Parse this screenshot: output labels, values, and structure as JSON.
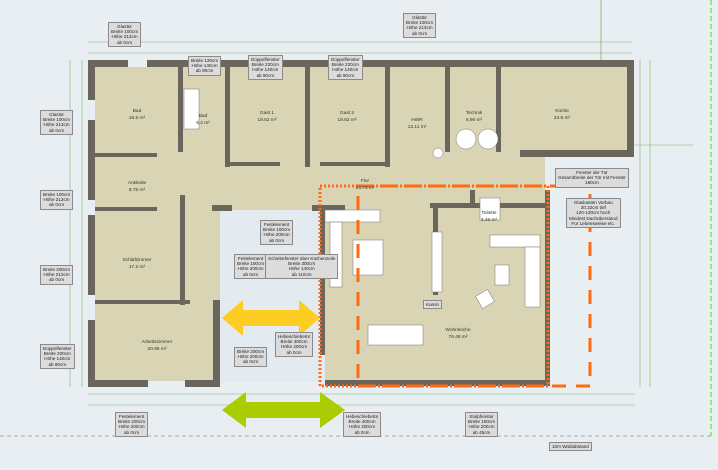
{
  "rooms": [
    {
      "name": "Bad",
      "area": "16.5 m²"
    },
    {
      "name": "Bad",
      "area": "6.2 m²"
    },
    {
      "name": "Gast 1",
      "area": "18.62 m²"
    },
    {
      "name": "Gast 2",
      "area": "18.62 m²"
    },
    {
      "name": "HWR",
      "area": "13.11 m²"
    },
    {
      "name": "Technik",
      "area": "6.96 m²"
    },
    {
      "name": "Küche",
      "area": "24.6 m²"
    },
    {
      "name": "Ankleide",
      "area": "9.75 m²"
    },
    {
      "name": "Schlafzimmer",
      "area": "17.2 m²"
    },
    {
      "name": "Arbeitszimmer",
      "area": "20.95 m²"
    },
    {
      "name": "Wohnküche",
      "area": "76.48 m²"
    },
    {
      "name": "Toilette",
      "area": "3.46 m²"
    },
    {
      "name": "Flur",
      "area": "14.73 m²"
    }
  ],
  "notes": [
    "Glastür\nBreite 100cm\nHöhe 213cm\nab 0cm",
    "Breite 120cm\nHöhe 140cm\nab 90cm",
    "Doppelfenster\nBreite 220cm\nHöhe 140cm\nab 90cm",
    "Doppelfenster\nBreite 220cm\nHöhe 140cm\nab 90cm",
    "Glastür\nBreite 100cm\nHöhe 213cm\nab 0cm",
    "Glastür\nBreite 100cm\nHöhe 213cm\nab 0cm",
    "Breite 100cm\nHöhe 213cm\nab 0cm",
    "Breite 200cm\nHöhe 213cm\nab 0cm",
    "Doppelfenster\nBreite 200cm\nHöhe 140cm\nab 90cm",
    "Festelement\nBreite 100cm\nHöhe 200cm\nab 0cm",
    "Festelement\nBreite 100cm\nHöhe 200cm\nab 0cm",
    "Schiebefenster über Küchenzeile\nBreite 300cm\nHöhe 140cm\nab 110cm",
    "Breite 200cm\nHöhe 200cm\nab 0cm",
    "Hebeschiebetür\nBreite 300cm\nHöhe 200cm\nab 0cm",
    "Festelement\nBreite 200cm\nHöhe 200cm\nab 0cm",
    "Hebeschiebetür\nBreite 400cm\nHöhe 200cm\nab 0cm",
    "Stulpfenster\nBreite 180cm\nHöhe 200cm\nab 45cm",
    "Fenster der Tür\nGesamtbreite der Tür mit Fenster\n180cm",
    "Glaskasten Vorbau\n20.32cm tief\n120-130cm hoch\nMindest Dachüberstand\nFür Lebensweise etc.",
    "10m Waldabstand",
    "Kamin"
  ],
  "colors": {
    "wall": "#6b665c",
    "floor": "#d9d4b4",
    "background": "#e8eef2",
    "dimension": "#7fb36a",
    "highlight_orange": "#ff6a10",
    "arrow_yellow": "#ffcc22",
    "arrow_green": "#aacc00"
  }
}
